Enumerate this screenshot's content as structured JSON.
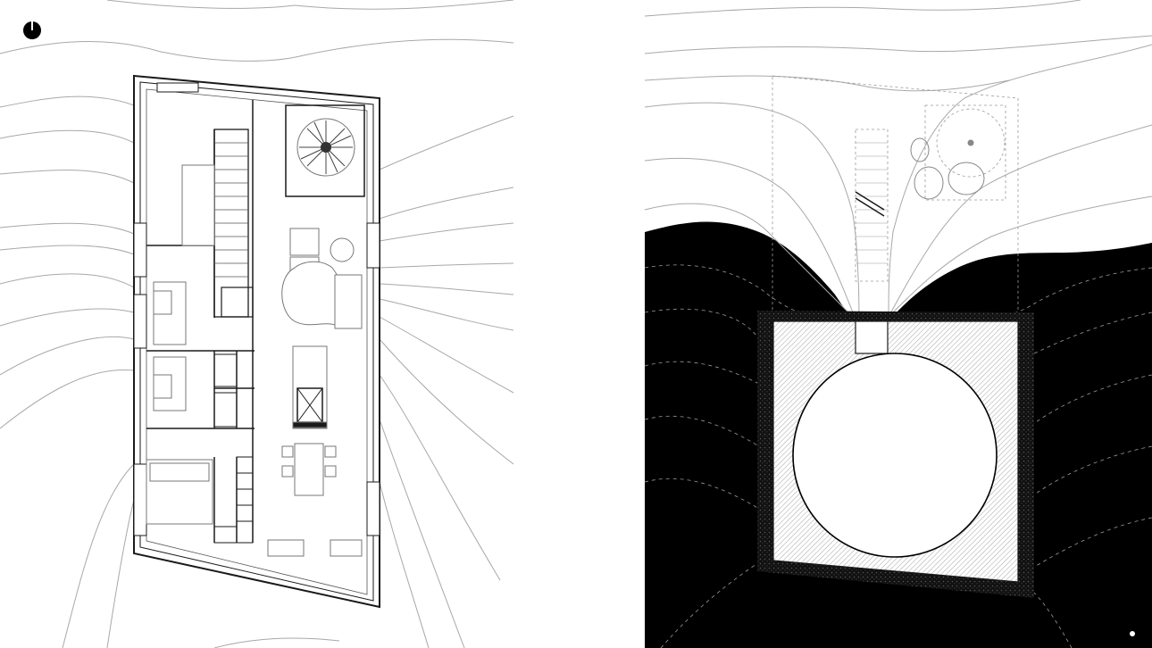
{
  "drawing": {
    "background": "#ffffff",
    "line_color": "#9a9a9a",
    "wall_color": "#1a1a1a",
    "earth_color": "#000000",
    "hatch_color": "#777777",
    "left_panel": {
      "kind": "ground-floor-plan",
      "icon": "north-arrow-icon"
    },
    "right_panel": {
      "kind": "basement-section-plan",
      "icon": "circular-cistern"
    },
    "brand": {
      "icon": "archdaily-logo-icon",
      "text": ""
    }
  }
}
